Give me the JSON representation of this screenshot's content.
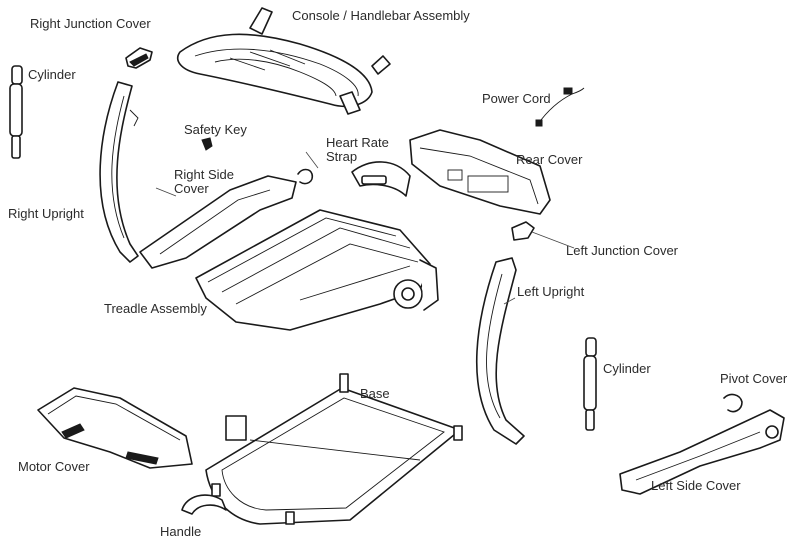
{
  "diagram": {
    "labels": {
      "right_junction_cover": "Right Junction Cover",
      "console_handlebar": "Console / Handlebar Assembly",
      "cylinder_left": "Cylinder",
      "power_cord": "Power Cord",
      "safety_key": "Safety Key",
      "heart_rate_strap_line1": "Heart Rate",
      "heart_rate_strap_line2": "Strap",
      "rear_cover": "Rear Cover",
      "right_side_cover_line1": "Right Side",
      "right_side_cover_line2": "Cover",
      "right_upright": "Right Upright",
      "left_junction_cover": "Left Junction Cover",
      "left_upright": "Left Upright",
      "treadle_assembly": "Treadle Assembly",
      "cylinder_right": "Cylinder",
      "pivot_cover": "Pivot Cover",
      "base": "Base",
      "motor_cover": "Motor Cover",
      "left_side_cover": "Left Side Cover",
      "handle": "Handle"
    }
  }
}
